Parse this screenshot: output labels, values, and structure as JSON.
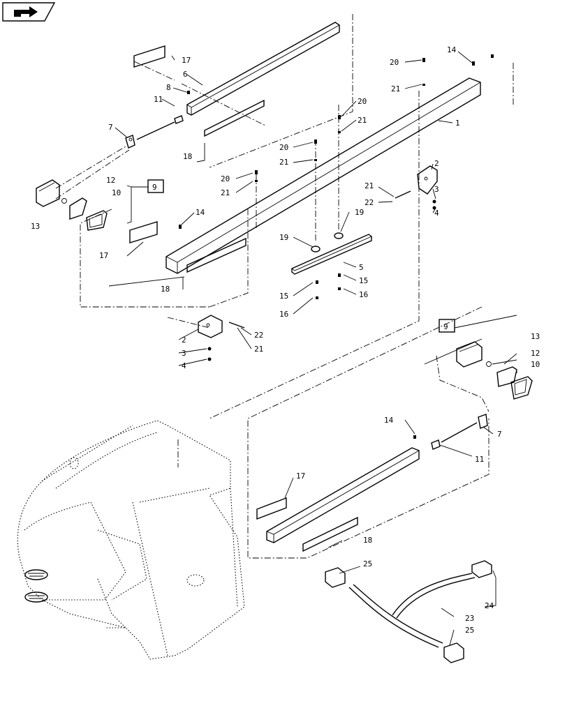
{
  "nav": {
    "icon": "next-page-arrow-icon"
  },
  "callouts": [
    {
      "id": "c17a",
      "label": "17"
    },
    {
      "id": "c6",
      "label": "6"
    },
    {
      "id": "c8",
      "label": "8"
    },
    {
      "id": "c11a",
      "label": "11"
    },
    {
      "id": "c7a",
      "label": "7"
    },
    {
      "id": "c18a",
      "label": "18"
    },
    {
      "id": "c9a",
      "label": "9"
    },
    {
      "id": "c12a",
      "label": "12"
    },
    {
      "id": "c10a",
      "label": "10"
    },
    {
      "id": "c13a",
      "label": "13"
    },
    {
      "id": "c20a",
      "label": "20"
    },
    {
      "id": "c21a",
      "label": "21"
    },
    {
      "id": "c14a",
      "label": "14"
    },
    {
      "id": "c20b",
      "label": "20"
    },
    {
      "id": "c21b",
      "label": "21"
    },
    {
      "id": "c1",
      "label": "1"
    },
    {
      "id": "c20c",
      "label": "20"
    },
    {
      "id": "c21c",
      "label": "21"
    },
    {
      "id": "c20d",
      "label": "20"
    },
    {
      "id": "c21d",
      "label": "21"
    },
    {
      "id": "c2a",
      "label": "2"
    },
    {
      "id": "c21e",
      "label": "21"
    },
    {
      "id": "c22a",
      "label": "22"
    },
    {
      "id": "c3a",
      "label": "3"
    },
    {
      "id": "c4a",
      "label": "4"
    },
    {
      "id": "c14b",
      "label": "14"
    },
    {
      "id": "c19a",
      "label": "19"
    },
    {
      "id": "c19b",
      "label": "19"
    },
    {
      "id": "c17b",
      "label": "17"
    },
    {
      "id": "c5",
      "label": "5"
    },
    {
      "id": "c15a",
      "label": "15"
    },
    {
      "id": "c15b",
      "label": "15"
    },
    {
      "id": "c18b",
      "label": "18"
    },
    {
      "id": "c16a",
      "label": "16"
    },
    {
      "id": "c16b",
      "label": "16"
    },
    {
      "id": "c2b",
      "label": "2"
    },
    {
      "id": "c22b",
      "label": "22"
    },
    {
      "id": "c3b",
      "label": "3"
    },
    {
      "id": "c21f",
      "label": "21"
    },
    {
      "id": "c4b",
      "label": "4"
    },
    {
      "id": "c9b",
      "label": "9"
    },
    {
      "id": "c13b",
      "label": "13"
    },
    {
      "id": "c12b",
      "label": "12"
    },
    {
      "id": "c10b",
      "label": "10"
    },
    {
      "id": "c14c",
      "label": "14"
    },
    {
      "id": "c7b",
      "label": "7"
    },
    {
      "id": "c11b",
      "label": "11"
    },
    {
      "id": "c17c",
      "label": "17"
    },
    {
      "id": "c18c",
      "label": "18"
    },
    {
      "id": "c25a",
      "label": "25"
    },
    {
      "id": "c24",
      "label": "24"
    },
    {
      "id": "c23",
      "label": "23"
    },
    {
      "id": "c25b",
      "label": "25"
    }
  ]
}
